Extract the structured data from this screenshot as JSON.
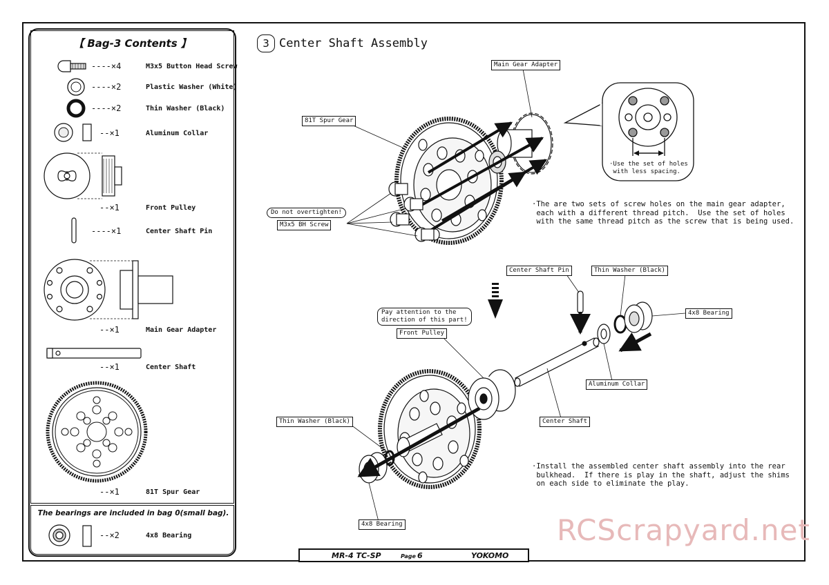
{
  "bag": {
    "title": "【 Bag-3 Contents 】",
    "items": [
      {
        "qty": "----×4",
        "label": "M3x5 Button Head Screw"
      },
      {
        "qty": "----×2",
        "label": "Plastic Washer (White)"
      },
      {
        "qty": "----×2",
        "label": "Thin Washer (Black)"
      },
      {
        "qty": "--×1",
        "label": "Aluminum Collar"
      },
      {
        "qty": "--×1",
        "label": "Front Pulley"
      },
      {
        "qty": "----×1",
        "label": "Center Shaft Pin"
      },
      {
        "qty": "--×1",
        "label": "Main Gear Adapter"
      },
      {
        "qty": "--×1",
        "label": "Center Shaft"
      },
      {
        "qty": "--×1",
        "label": "81T Spur Gear"
      }
    ],
    "bearing_note": "The bearings are included in bag 0(small bag).",
    "bearing": {
      "qty": "--×2",
      "label": "4x8 Bearing"
    }
  },
  "step": {
    "number": "3",
    "title": "Center Shaft Assembly"
  },
  "callouts": {
    "main_gear_adapter": "Main Gear Adapter",
    "spur_gear": "81T Spur Gear",
    "do_not_overtighten": "Do not overtighten!",
    "bh_screw": "M3x5 BH Screw",
    "center_shaft_pin": "Center Shaft Pin",
    "thin_washer_black_1": "Thin Washer (Black)",
    "bearing_1": "4x8 Bearing",
    "pay_attention": "Pay attention to the\ndirection of this part!",
    "front_pulley": "Front Pulley",
    "aluminum_collar": "Aluminum Collar",
    "center_shaft": "Center Shaft",
    "thin_washer_black_2": "Thin Washer (Black)",
    "bearing_2": "4x8 Bearing"
  },
  "bubble_note": "·Use the set of holes\n with less spacing.",
  "notes": {
    "screw_holes": "·The are two sets of screw holes on the main gear adapter,\n each with a different thread pitch.  Use the set of holes\n with the same thread pitch as the screw that is being used.",
    "install": "·Install the assembled center shaft assembly into the rear\n bulkhead.  If there is play in the shaft, adjust the shims\n on each side to eliminate the play."
  },
  "footer": {
    "model": "MR-4 TC-SP",
    "page_label": "Page",
    "page": "6",
    "brand": "YOKOMO"
  },
  "watermark": "RCScrapyard.net"
}
